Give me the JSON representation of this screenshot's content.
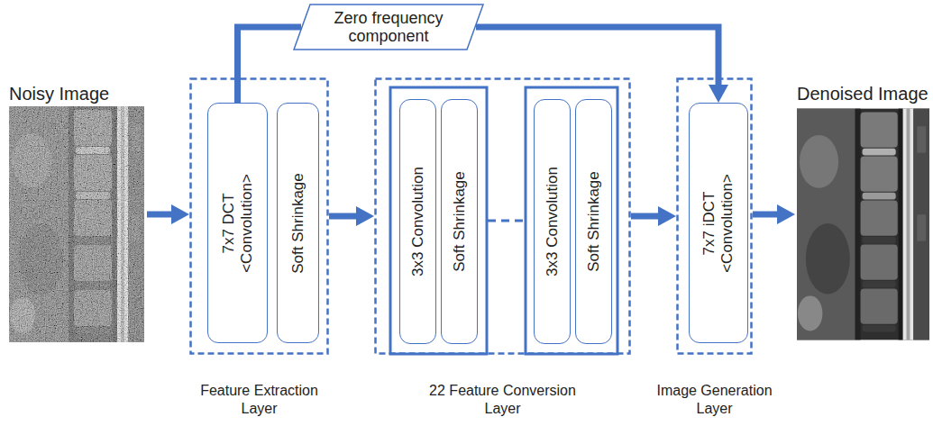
{
  "diagram": {
    "nodes": [
      {
        "text": [
          "Noisy Image"
        ]
      },
      {
        "text": [
          "Feature Extraction Layer"
        ]
      },
      {
        "text": [
          "7x7 DCT <Convolution>"
        ],
        "in": 1
      },
      {
        "text": [
          "Soft Shrinkage"
        ],
        "in": 1
      },
      {
        "text": [
          "Zero frequency component"
        ]
      },
      {
        "text": [
          "22 Feature Conversion Layer"
        ]
      },
      {
        "text": [
          "3x3 Convolution"
        ],
        "in": 5
      },
      {
        "text": [
          "Soft Shrinkage"
        ],
        "in": 5
      },
      {
        "text": [
          "3x3 Convolution"
        ],
        "in": 5
      },
      {
        "text": [
          "Soft Shrinkage"
        ],
        "in": 5
      },
      {
        "text": [
          "Image Generation Layer"
        ]
      },
      {
        "text": [
          "7x7 iDCT <Convolution>"
        ],
        "in": 10
      },
      {
        "text": [
          "Denoised Image"
        ]
      }
    ],
    "edges": [
      {
        "from": 0,
        "to": 1,
        "arrow": "to"
      },
      {
        "from": 1,
        "to": 5,
        "arrow": "to"
      },
      {
        "from": 5,
        "to": 10,
        "arrow": "to"
      },
      {
        "from": 10,
        "to": 12,
        "arrow": "to"
      },
      {
        "from": 2,
        "to": 4,
        "arrow": "none"
      },
      {
        "from": 4,
        "to": 11,
        "arrow": "to"
      }
    ]
  }
}
